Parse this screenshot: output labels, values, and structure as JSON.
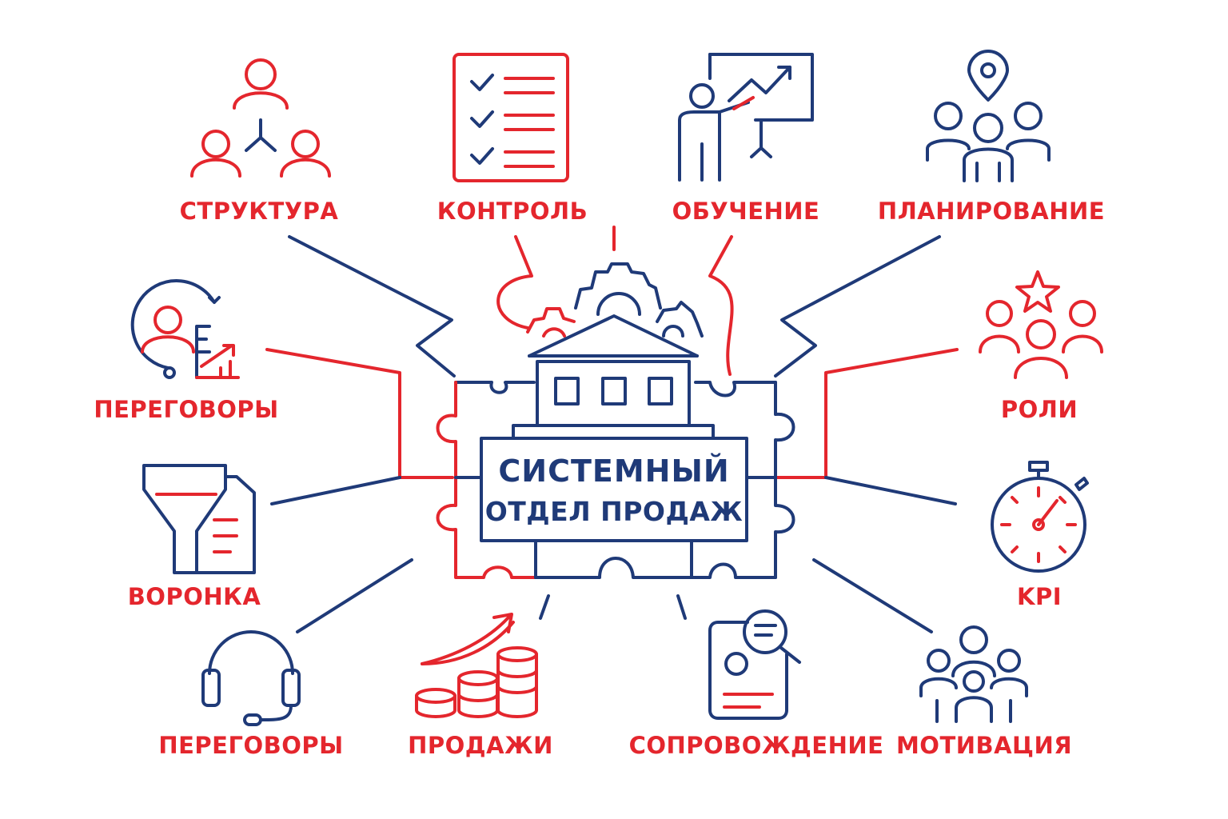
{
  "center": {
    "line1": "СИСТЕМНЫЙ",
    "line2": "ОТДЕЛ ПРОДАЖ"
  },
  "nodes": [
    {
      "label": "СТРУКТУРА",
      "icon": "org-structure-icon"
    },
    {
      "label": "КОНТРОЛЬ",
      "icon": "checklist-icon"
    },
    {
      "label": "ОБУЧЕНИЕ",
      "icon": "presentation-icon"
    },
    {
      "label": "ПЛАНИРОВАНИЕ",
      "icon": "team-location-icon"
    },
    {
      "label": "ПЕРЕГОВОРЫ",
      "icon": "call-manager-icon"
    },
    {
      "label": "РОЛИ",
      "icon": "team-star-icon"
    },
    {
      "label": "ВОРОНКА",
      "icon": "funnel-icon"
    },
    {
      "label": "KPI",
      "icon": "stopwatch-icon"
    },
    {
      "label": "ПЕРЕГОВОРЫ",
      "icon": "headset-icon"
    },
    {
      "label": "ПРОДАЖИ",
      "icon": "coins-growth-icon"
    },
    {
      "label": "СОПРОВОЖДЕНИЕ",
      "icon": "document-search-icon"
    },
    {
      "label": "МОТИВАЦИЯ",
      "icon": "group-people-icon"
    }
  ],
  "colors": {
    "red": "#e4262d",
    "blue": "#1f3a78"
  }
}
